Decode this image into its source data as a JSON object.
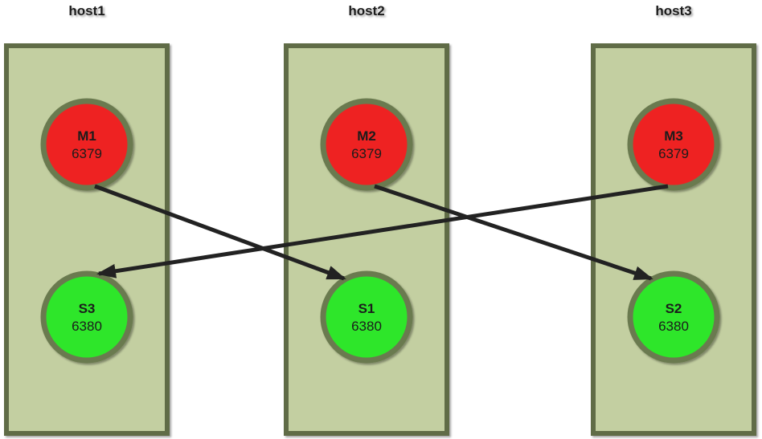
{
  "diagram": {
    "hosts": [
      {
        "name": "host1",
        "master": {
          "id": "M1",
          "port": "6379"
        },
        "slave": {
          "id": "S3",
          "port": "6380"
        }
      },
      {
        "name": "host2",
        "master": {
          "id": "M2",
          "port": "6379"
        },
        "slave": {
          "id": "S1",
          "port": "6380"
        }
      },
      {
        "name": "host3",
        "master": {
          "id": "M3",
          "port": "6379"
        },
        "slave": {
          "id": "S2",
          "port": "6380"
        }
      }
    ],
    "edges": [
      {
        "from": "M1",
        "to": "S1"
      },
      {
        "from": "M2",
        "to": "S2"
      },
      {
        "from": "M3",
        "to": "S3"
      }
    ],
    "colors": {
      "host_fill": "#c3cfa1",
      "host_border": "#606c46",
      "node_border": "#6b7a4f",
      "master_fill": "#ee2420",
      "slave_fill": "#2ee62a",
      "arrow": "#222222",
      "label": "#1a1a1a",
      "title": "#1a1a1a"
    }
  }
}
